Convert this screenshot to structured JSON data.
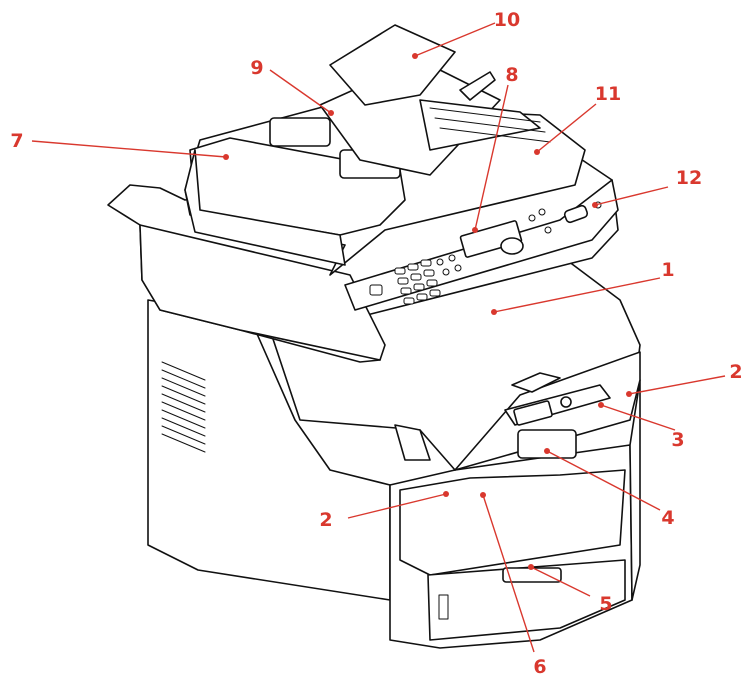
{
  "callouts": [
    {
      "id": "c1",
      "label": "1"
    },
    {
      "id": "c2a",
      "label": "2"
    },
    {
      "id": "c2b",
      "label": "2"
    },
    {
      "id": "c3",
      "label": "3"
    },
    {
      "id": "c4",
      "label": "4"
    },
    {
      "id": "c5",
      "label": "5"
    },
    {
      "id": "c6",
      "label": "6"
    },
    {
      "id": "c7",
      "label": "7"
    },
    {
      "id": "c8",
      "label": "8"
    },
    {
      "id": "c9",
      "label": "9"
    },
    {
      "id": "c10",
      "label": "10"
    },
    {
      "id": "c11",
      "label": "11"
    },
    {
      "id": "c12",
      "label": "12"
    }
  ],
  "colors": {
    "callout": "#d9382e",
    "outline": "#111111",
    "fill": "#ffffff"
  }
}
